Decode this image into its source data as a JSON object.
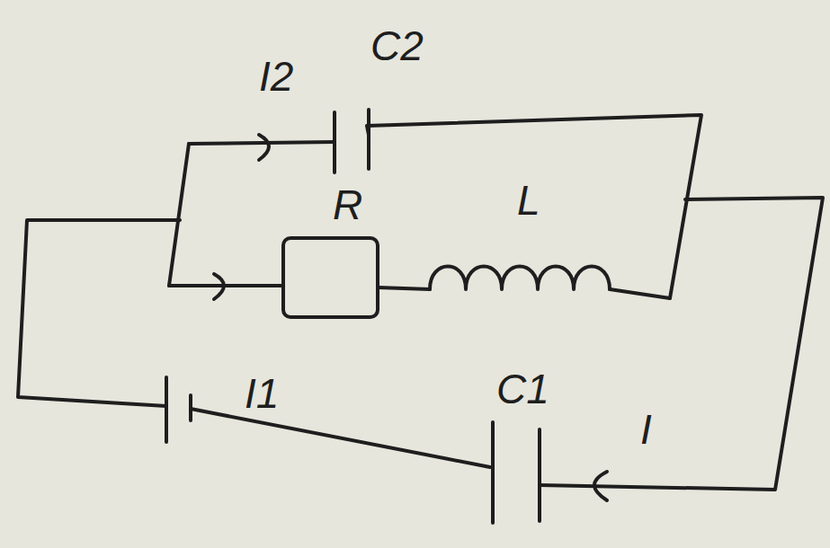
{
  "diagram": {
    "labels": [
      "I2",
      "C2",
      "R",
      "L",
      "I1",
      "C1",
      "I"
    ]
  }
}
